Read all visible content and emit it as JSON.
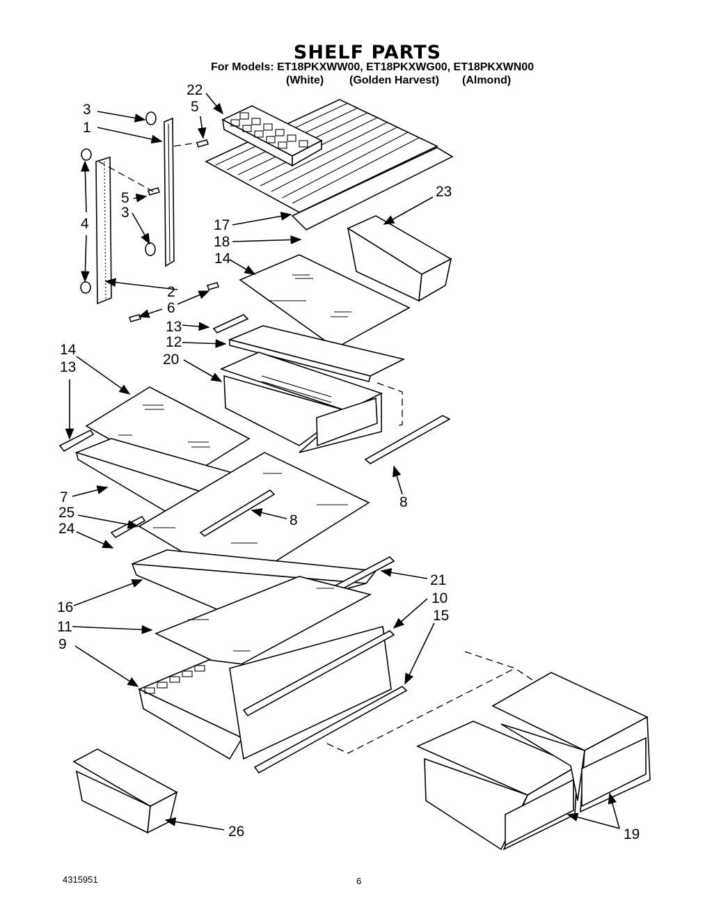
{
  "title": "SHELF PARTS",
  "models_line": "For Models: ET18PKXWW00, ET18PKXWG00, ET18PKXWN00",
  "colors": {
    "white": "(White)",
    "golden": "(Golden Harvest)",
    "almond": "(Almond)"
  },
  "part_labels": [
    "22",
    "5",
    "3",
    "1",
    "5",
    "3",
    "4",
    "2",
    "6",
    "23",
    "17",
    "18",
    "14",
    "13",
    "12",
    "20",
    "14",
    "13",
    "7",
    "25",
    "24",
    "8",
    "8",
    "21",
    "10",
    "15",
    "16",
    "11",
    "9",
    "26",
    "19"
  ],
  "footer": {
    "doc_number": "4315951",
    "page_number": "6"
  }
}
